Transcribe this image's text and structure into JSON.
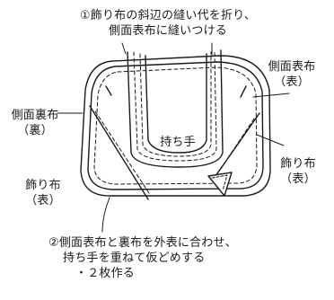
{
  "labels": {
    "step1": {
      "line1": "①飾り布の斜辺の縫い代を折り、",
      "line2": "側面表布に縫いつける"
    },
    "side_front": {
      "line1": "側面表布",
      "line2": "（表）"
    },
    "side_lining": {
      "line1": "側面裏布",
      "line2": "（裏）"
    },
    "deco_right": {
      "line1": "飾り布",
      "line2": "（表）"
    },
    "deco_left": {
      "line1": "飾り布",
      "line2": "（表）"
    },
    "handle": "持ち手",
    "step2": {
      "line1": "②側面表布と裏布を外表に合わせ、",
      "line2": "持ち手を重ねて仮どめする",
      "line3": "・２枚作る"
    }
  }
}
